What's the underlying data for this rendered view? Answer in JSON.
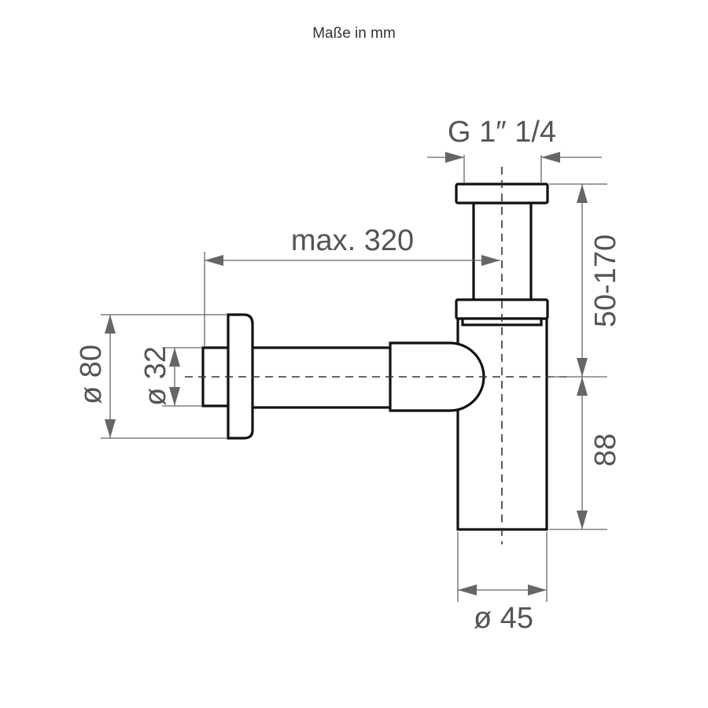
{
  "title": "Maße in mm",
  "dimensions": {
    "thread": "G 1″ 1/4",
    "max_length": "max. 320",
    "height_range": "50-170",
    "bottom_height": "88",
    "body_diameter": "ø 45",
    "flange_diameter": "ø 80",
    "pipe_diameter": "ø 32"
  },
  "colors": {
    "outline": "#111111",
    "dimension": "#666666",
    "text": "#555555"
  }
}
